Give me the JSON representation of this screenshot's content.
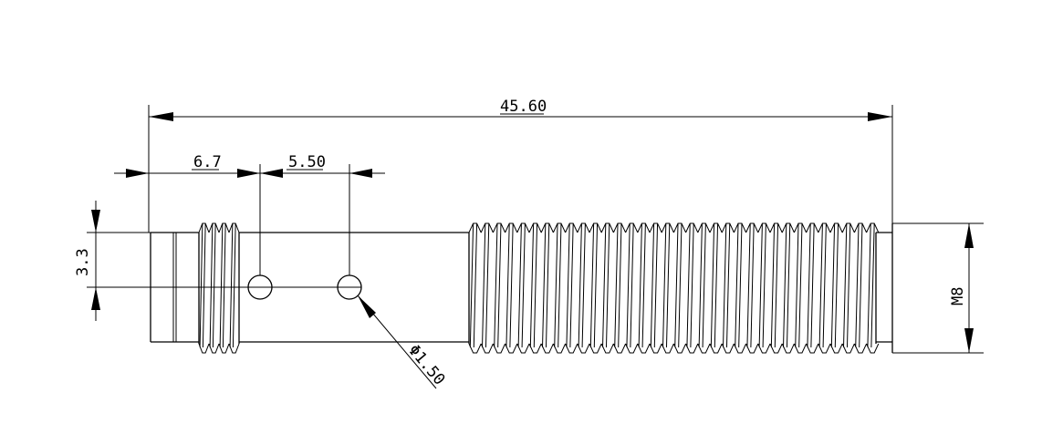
{
  "drawing": {
    "dimensions": {
      "overall_length": "45.60",
      "front_segment": "6.7",
      "hole_spacing": "5.50",
      "hole_offset": "3.3",
      "thread_size": "M8",
      "hole_diameter": "Φ1.50"
    },
    "colors": {
      "line": "#000000",
      "background": "#ffffff"
    }
  }
}
